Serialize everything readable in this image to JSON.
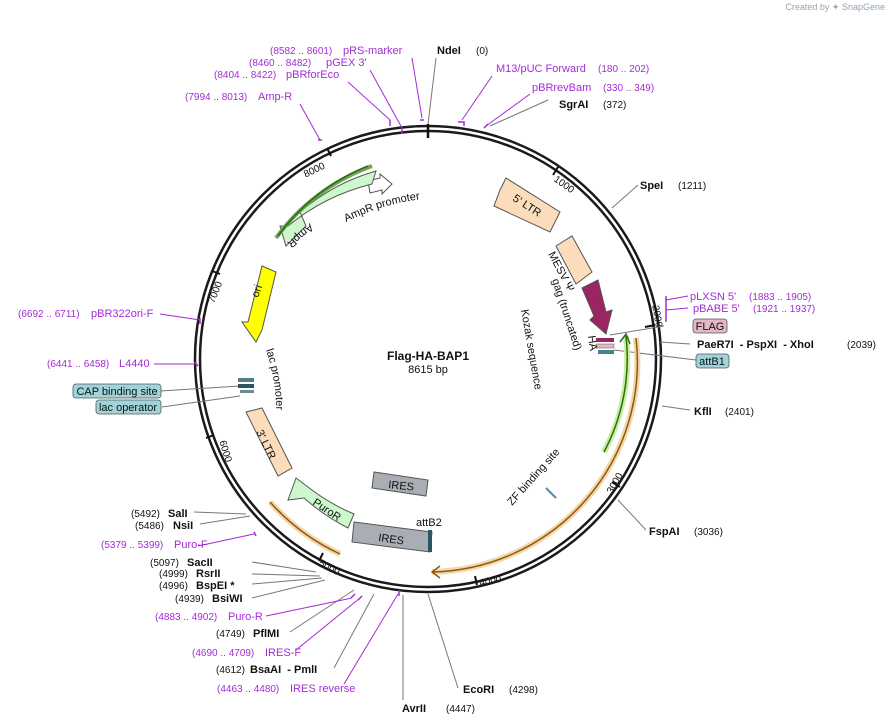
{
  "header": {
    "created_by": "Created by",
    "brand": "SnapGene"
  },
  "plasmid": {
    "name": "Flag-HA-BAP1",
    "size": "8615 bp"
  },
  "ticks": [
    "1000",
    "2000",
    "3000",
    "4000",
    "5000",
    "6000",
    "7000",
    "8000"
  ],
  "sites": {
    "ndei": {
      "name": "NdeI",
      "pos": "(0)"
    },
    "sgrai": {
      "name": "SgrAI",
      "pos": "(372)"
    },
    "spei": {
      "name": "SpeI",
      "pos": "(1211)"
    },
    "paer7i": {
      "name": "PaeR7I  - PspXI  - XhoI",
      "pos": "(2039)"
    },
    "kfli": {
      "name": "KflI",
      "pos": "(2401)"
    },
    "fspai": {
      "name": "FspAI",
      "pos": "(3036)"
    },
    "ecori": {
      "name": "EcoRI",
      "pos": "(4298)"
    },
    "avrii": {
      "name": "AvrII",
      "pos": "(4447)"
    },
    "bsaai": {
      "name": "BsaAI  - PmlI",
      "pos": "(4612)"
    },
    "pflmi": {
      "name": "PflMI",
      "pos": "(4749)"
    },
    "bsiwi": {
      "name": "BsiWI",
      "pos": "(4939)"
    },
    "bspei": {
      "name": "BspEI *",
      "pos": "(4996)"
    },
    "rsrii": {
      "name": "RsrII",
      "pos": "(4999)"
    },
    "sacii": {
      "name": "SacII",
      "pos": "(5097)"
    },
    "nsii": {
      "name": "NsiI",
      "pos": "(5486)"
    },
    "sali": {
      "name": "SalI",
      "pos": "(5492)"
    }
  },
  "primers": {
    "m13": {
      "name": "M13/pUC Forward",
      "pos": "(180 .. 202)"
    },
    "pbrrev": {
      "name": "pBRrevBam",
      "pos": "(330 .. 349)"
    },
    "prs": {
      "name": "pRS-marker",
      "pos": "(8582 .. 8601)"
    },
    "pgex": {
      "name": "pGEX 3'",
      "pos": "(8460 .. 8482)"
    },
    "pbrfor": {
      "name": "pBRforEco",
      "pos": "(8404 .. 8422)"
    },
    "ampr": {
      "name": "Amp-R",
      "pos": "(7994 .. 8013)"
    },
    "pbr322": {
      "name": "pBR322ori-F",
      "pos": "(6692 .. 6711)"
    },
    "l4440": {
      "name": "L4440",
      "pos": "(6441 .. 6458)"
    },
    "plxsn": {
      "name": "pLXSN 5'",
      "pos": "(1883 .. 1905)"
    },
    "pbabe": {
      "name": "pBABE 5'",
      "pos": "(1921 .. 1937)"
    },
    "purof": {
      "name": "Puro-F",
      "pos": "(5379 .. 5399)"
    },
    "puror": {
      "name": "Puro-R",
      "pos": "(4883 .. 4902)"
    },
    "iresf": {
      "name": "IRES-F",
      "pos": "(4690 .. 4709)"
    },
    "iresrev": {
      "name": "IRES reverse",
      "pos": "(4463 .. 4480)"
    }
  },
  "boxes": {
    "cap": "CAP binding site",
    "lacop": "lac operator",
    "flag": "FLAG",
    "attb1": "attB1"
  },
  "features": {
    "ampr_promoter": "AmpR promoter",
    "ampr": "AmpR",
    "ori": "ori",
    "lac_promoter": "lac promoter",
    "ltr3": "3' LTR",
    "puror": "PuroR",
    "ires1": "IRES",
    "ires2": "IRES",
    "attb2": "attB2",
    "ltr5": "5' LTR",
    "mesv": "MESV Ψ",
    "gag": "gag (truncated)",
    "kozak": "Kozak sequence",
    "ha": "HA",
    "zf": "ZF binding site"
  },
  "colors": {
    "backbone": "#1a1a1a",
    "primer": "#a42bd6",
    "ampr_fill": "#ccf8cc",
    "ori_fill": "#ffff00",
    "ltr_fill": "#fbdcbb",
    "gag_fill": "#9b2462",
    "ires_fill": "#a8aeb4",
    "orf_line": "#6aa84f",
    "orf_line2": "#e0a24b",
    "box_teal": "#9fd4da",
    "box_pink": "#e4b8c4"
  }
}
